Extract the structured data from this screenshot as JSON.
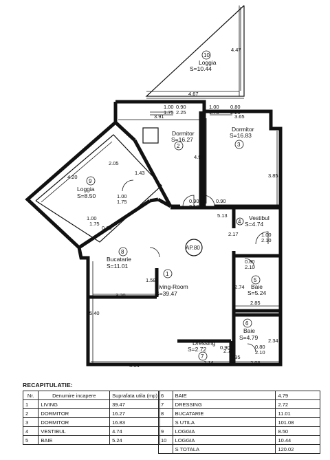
{
  "rooms": [
    {
      "num": "10",
      "name": "Loggia",
      "area": "S=10.44"
    },
    {
      "num": "2",
      "name": "Dormitor",
      "area": "S=16.27"
    },
    {
      "num": "3",
      "name": "Dormitor",
      "area": "S=16.83"
    },
    {
      "num": "9",
      "name": "Loggia",
      "area": "S=8.50"
    },
    {
      "num": "4",
      "name": "Vestibul",
      "area": "S=4.74"
    },
    {
      "num": "8",
      "name": "Bucatarie",
      "area": "S=11.01"
    },
    {
      "num": "1",
      "name": "Living-Room",
      "area": "S=39.47"
    },
    {
      "num": "5",
      "name": "Baie",
      "area": "S=5.24"
    },
    {
      "num": "6",
      "name": "Baie",
      "area": "S=4.79"
    },
    {
      "num": "7",
      "name": "Dressing",
      "area": "S=2.72"
    }
  ],
  "apartment_label": "AP.80",
  "dimensions": {
    "d447": "4.47",
    "d467": "4.67",
    "d391": "3.91",
    "d365": "3.65",
    "d100a": "1.00",
    "d175a": "1.75",
    "d090a": "0.90",
    "d225a": "2.25",
    "d100b": "1.00",
    "d175b": "1.75",
    "d080a": "0.80",
    "d225b": "2.25",
    "d494": "4.94",
    "d385": "3.85",
    "d205": "2.05",
    "d420": "4.20",
    "d143": "1.43",
    "d090b": "0.90",
    "d210a": "2.10",
    "d090c": "0.90",
    "d210b": "2.10",
    "d513": "5.13",
    "d100c": "1.00",
    "d210c": "2.10",
    "d217": "2.17",
    "d080b": "0.80",
    "d210d": "2.10",
    "d274": "2.74",
    "d285": "2.85",
    "d100d": "1.00",
    "d175c": "1.75",
    "d066": "0.66",
    "d100e": "1.00",
    "d175d": "1.75",
    "d158": "1.58",
    "d320": "3.20",
    "d540": "5.40",
    "d234": "2.34",
    "d080c": "0.80",
    "d210e": "2.10",
    "d272": "2.72",
    "d464": "4.64",
    "d214": "2.14",
    "d203": "2.03",
    "d090d": "0.90",
    "d235": "2.35"
  },
  "recap": {
    "title": "RECAPITULATIE:",
    "headers": {
      "nr": "Nr.",
      "name": "Denumire incapere",
      "area": "Suprafata utila (mp)"
    },
    "left_rows": [
      {
        "nr": "1",
        "name": "LIVING",
        "val": "39.47"
      },
      {
        "nr": "2",
        "name": "DORMITOR",
        "val": "16.27"
      },
      {
        "nr": "3",
        "name": "DORMITOR",
        "val": "16.83"
      },
      {
        "nr": "4",
        "name": "VESTIBUL",
        "val": "4.74"
      },
      {
        "nr": "5",
        "name": "BAIE",
        "val": "5.24"
      }
    ],
    "right_rows": [
      {
        "nr": "6",
        "name": "BAIE",
        "val": "4.79"
      },
      {
        "nr": "7",
        "name": "DRESSING",
        "val": "2.72"
      },
      {
        "nr": "8",
        "name": "BUCATARIE",
        "val": "11.01"
      },
      {
        "nr": "",
        "name": "S UTILA",
        "val": "101.08"
      },
      {
        "nr": "9",
        "name": "LOGGIA",
        "val": "8.50"
      },
      {
        "nr": "10",
        "name": "LOGGIA",
        "val": "10.44"
      },
      {
        "nr": "",
        "name": "S TOTALA",
        "val": "120.02"
      }
    ]
  }
}
